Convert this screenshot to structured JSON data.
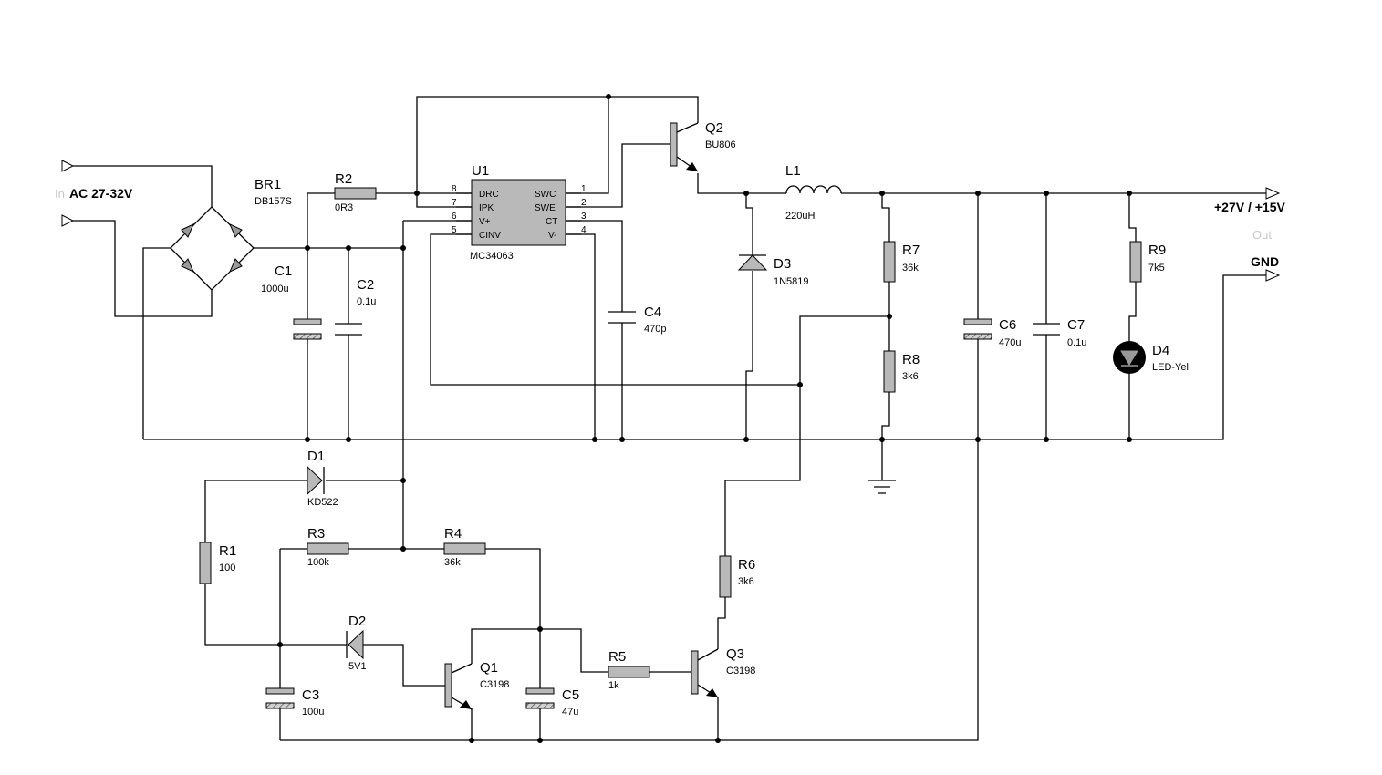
{
  "input": {
    "label": "AC 27-32V",
    "tag": "In"
  },
  "output": {
    "vout_label": "+27V / +15V",
    "tag": "Out",
    "gnd_label": "GND"
  },
  "components": {
    "BR1": {
      "ref": "BR1",
      "value": "DB157S"
    },
    "R2": {
      "ref": "R2",
      "value": "0R3"
    },
    "U1": {
      "ref": "U1",
      "value": "MC34063",
      "pins_left": [
        {
          "num": "8",
          "name": "DRC"
        },
        {
          "num": "7",
          "name": "IPK"
        },
        {
          "num": "6",
          "name": "V+"
        },
        {
          "num": "5",
          "name": "CINV"
        }
      ],
      "pins_right": [
        {
          "num": "1",
          "name": "SWC"
        },
        {
          "num": "2",
          "name": "SWE"
        },
        {
          "num": "3",
          "name": "CT"
        },
        {
          "num": "4",
          "name": "V-"
        }
      ]
    },
    "Q2": {
      "ref": "Q2",
      "value": "BU806"
    },
    "L1": {
      "ref": "L1",
      "value": "220uH"
    },
    "D3": {
      "ref": "D3",
      "value": "1N5819"
    },
    "C1": {
      "ref": "C1",
      "value": "1000u"
    },
    "C2": {
      "ref": "C2",
      "value": "0.1u"
    },
    "C4": {
      "ref": "C4",
      "value": "470p"
    },
    "R7": {
      "ref": "R7",
      "value": "36k"
    },
    "R8": {
      "ref": "R8",
      "value": "3k6"
    },
    "C6": {
      "ref": "C6",
      "value": "470u"
    },
    "C7": {
      "ref": "C7",
      "value": "0.1u"
    },
    "R9": {
      "ref": "R9",
      "value": "7k5"
    },
    "D4": {
      "ref": "D4",
      "value": "LED-Yel"
    },
    "D1": {
      "ref": "D1",
      "value": "KD522"
    },
    "R1": {
      "ref": "R1",
      "value": "100"
    },
    "R3": {
      "ref": "R3",
      "value": "100k"
    },
    "R4": {
      "ref": "R4",
      "value": "36k"
    },
    "D2": {
      "ref": "D2",
      "value": "5V1"
    },
    "Q1": {
      "ref": "Q1",
      "value": "C3198"
    },
    "C3": {
      "ref": "C3",
      "value": "100u"
    },
    "C5": {
      "ref": "C5",
      "value": "47u"
    },
    "R5": {
      "ref": "R5",
      "value": "1k"
    },
    "R6": {
      "ref": "R6",
      "value": "3k6"
    },
    "Q3": {
      "ref": "Q3",
      "value": "C3198"
    }
  }
}
